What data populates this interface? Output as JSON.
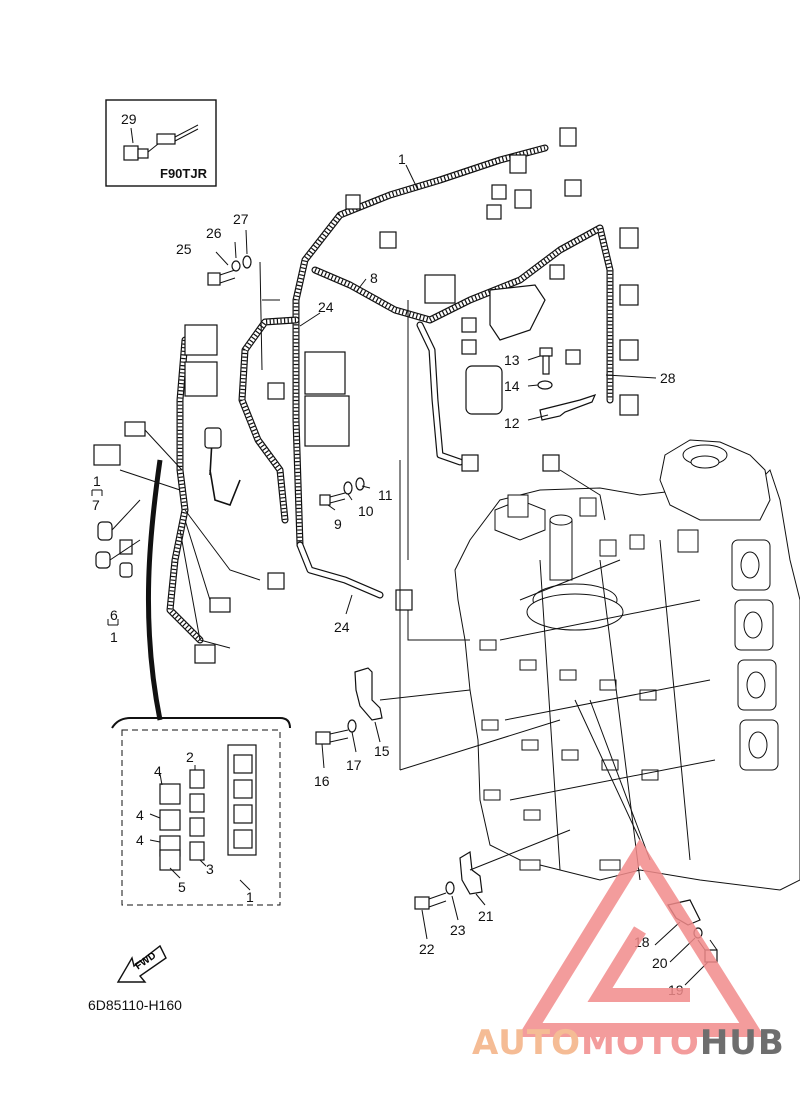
{
  "inset": {
    "part_number": "29",
    "model": "F90TJR"
  },
  "callouts": {
    "p1": "1",
    "p1b": "1",
    "p1c": "1",
    "p1d": "1",
    "p2": "2",
    "p3": "3",
    "p4a": "4",
    "p4b": "4",
    "p4c": "4",
    "p5": "5",
    "p6": "6",
    "p7": "7",
    "p8": "8",
    "p9": "9",
    "p10": "10",
    "p11": "11",
    "p12": "12",
    "p13": "13",
    "p14": "14",
    "p15": "15",
    "p16": "16",
    "p17": "17",
    "p18": "18",
    "p19": "19",
    "p20": "20",
    "p21": "21",
    "p22": "22",
    "p23": "23",
    "p24a": "24",
    "p24b": "24",
    "p25": "25",
    "p26": "26",
    "p27": "27",
    "p28": "28"
  },
  "fwd_label": "FWD",
  "drawing_code": "6D85110-H160",
  "watermark": {
    "part1": "AUTO",
    "part2": "MOTO",
    "part3": "HUB",
    "color1": "#f4b183",
    "color2": "#f28b8b",
    "color3": "#555555"
  }
}
